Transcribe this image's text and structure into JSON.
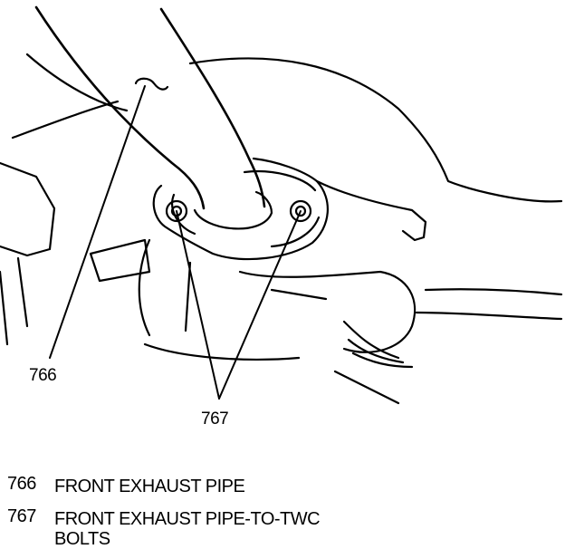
{
  "callouts": [
    {
      "id": "766"
    },
    {
      "id": "767"
    }
  ],
  "legend": [
    {
      "number": "766",
      "lines": [
        "FRONT EXHAUST PIPE"
      ]
    },
    {
      "number": "767",
      "lines": [
        "FRONT EXHAUST PIPE-TO-TWC",
        "BOLTS"
      ]
    }
  ],
  "colors": {
    "ink": "#000000",
    "paper": "#ffffff"
  }
}
